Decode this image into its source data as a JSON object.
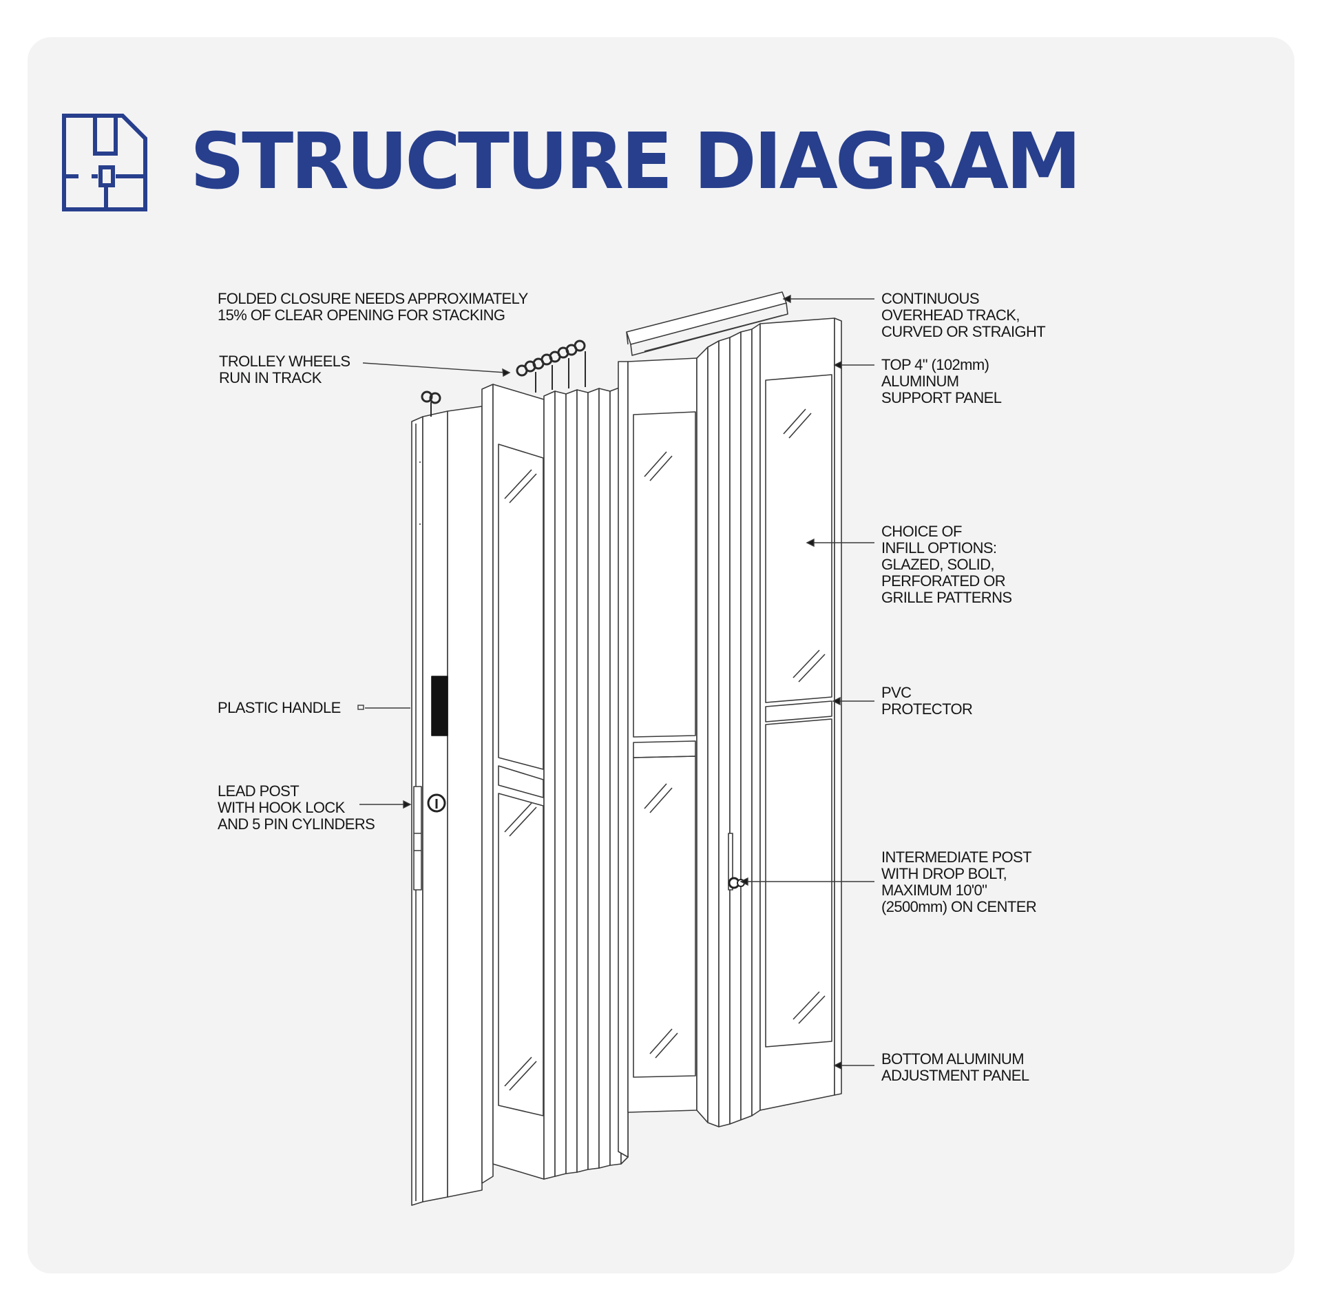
{
  "title": "STRUCTURE DIAGRAM",
  "brand_color": "#273f8c",
  "icon": "floor-plan-icon",
  "callouts": {
    "stacking": [
      "FOLDED CLOSURE NEEDS APPROXIMATELY",
      "15% OF CLEAR OPENING FOR STACKING"
    ],
    "trolley": [
      "TROLLEY WHEELS",
      "RUN IN TRACK"
    ],
    "handle": [
      "PLASTIC HANDLE"
    ],
    "lead_post": [
      "LEAD POST",
      "WITH HOOK LOCK",
      "AND 5 PIN CYLINDERS"
    ],
    "track": [
      "CONTINUOUS",
      "OVERHEAD TRACK,",
      "CURVED OR STRAIGHT"
    ],
    "top_panel": [
      "TOP 4\" (102mm)",
      "ALUMINUM",
      "SUPPORT PANEL"
    ],
    "infill": [
      "CHOICE OF",
      "INFILL OPTIONS:",
      "GLAZED, SOLID,",
      "PERFORATED OR",
      "GRILLE PATTERNS"
    ],
    "pvc": [
      "PVC",
      "PROTECTOR"
    ],
    "intermediate": [
      "INTERMEDIATE POST",
      "WITH DROP BOLT,",
      "MAXIMUM 10'0\"",
      "(2500mm) ON CENTER"
    ],
    "bottom_panel": [
      "BOTTOM ALUMINUM",
      "ADJUSTMENT PANEL"
    ]
  }
}
